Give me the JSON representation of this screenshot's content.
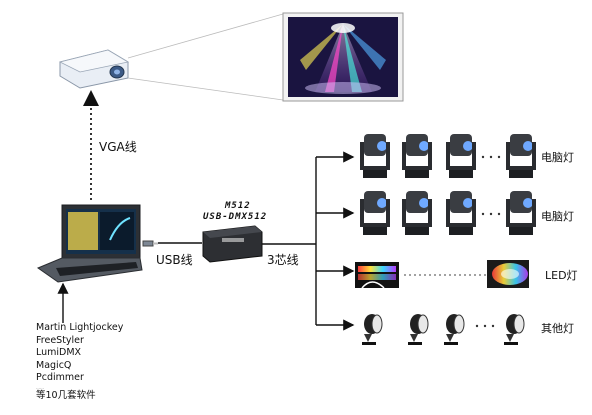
{
  "labels": {
    "vga": "VGA线",
    "usb": "USB线",
    "cable3": "3芯线",
    "device_line1": "M512",
    "device_line2": "USB-DMX512",
    "row1": "电脑灯",
    "row2": "电脑灯",
    "row3": "LED灯",
    "row4": "其他灯"
  },
  "software": {
    "items": [
      "Martin Lightjockey",
      "FreeStyler",
      "LumiDMX",
      "MagicQ",
      "Pcdimmer"
    ],
    "small_note": "……",
    "footer": "等10几套软件"
  },
  "colors": {
    "line": "#111111",
    "dotted": "#333333",
    "screen_bg": "#1a1440",
    "laptop_body": "#4a4f56",
    "box": "#2d2f33"
  },
  "icons": {
    "projector": "projector-icon",
    "projection_screen": "projection-screen-image",
    "laptop": "laptop-icon",
    "dmx_box": "usb-dmx-interface-icon",
    "moving_head": "moving-head-light-icon",
    "led_bar": "led-bar-light-icon",
    "par_can": "par-can-light-icon"
  }
}
